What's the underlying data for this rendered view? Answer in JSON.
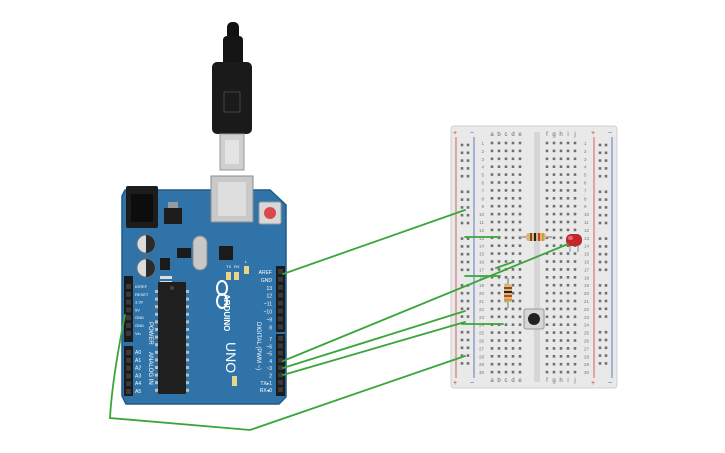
{
  "colors": {
    "board": "#2f73a8",
    "board_dark": "#1f5a87",
    "header": "#1b1b1b",
    "wire": "#3aa53a",
    "breadboard": "#e8e8e8",
    "rail_red": "#d03a3a",
    "rail_blue": "#3a5fb0",
    "led": "#c0262b",
    "reset_button": "#d94a4a"
  },
  "arduino": {
    "logo_text": "ARDUINO",
    "model": "UNO",
    "power_label": "POWER",
    "analog_label": "ANALOG IN",
    "digital_label": "DIGITAL (PWM ~)",
    "tx_label": "TX",
    "rx_label": "RX",
    "l_label": "L",
    "on_label": "ON",
    "power_pins": [
      "IOREF",
      "RESET",
      "3.3V",
      "5V",
      "GND",
      "GND",
      "Vin"
    ],
    "analog_pins": [
      "A0",
      "A1",
      "A2",
      "A3",
      "A4",
      "A5"
    ],
    "digital_pins_top": [
      "AREF",
      "GND",
      "13",
      "12",
      "~11",
      "~10",
      "~9",
      "8"
    ],
    "digital_pins_bottom": [
      "7",
      "~6",
      "~5",
      "4",
      "~3",
      "2",
      "TX▸1",
      "RX◂0"
    ]
  },
  "breadboard": {
    "left_cols": [
      "a",
      "b",
      "c",
      "d",
      "e"
    ],
    "right_cols": [
      "f",
      "g",
      "h",
      "i",
      "j"
    ],
    "rows": [
      "1",
      "2",
      "3",
      "4",
      "5",
      "6",
      "7",
      "8",
      "9",
      "10",
      "11",
      "12",
      "13",
      "14",
      "15",
      "16",
      "17",
      "18",
      "19",
      "20",
      "21",
      "22",
      "23",
      "24",
      "25",
      "26",
      "27",
      "28",
      "29",
      "30"
    ],
    "plus": "+",
    "minus": "−"
  }
}
